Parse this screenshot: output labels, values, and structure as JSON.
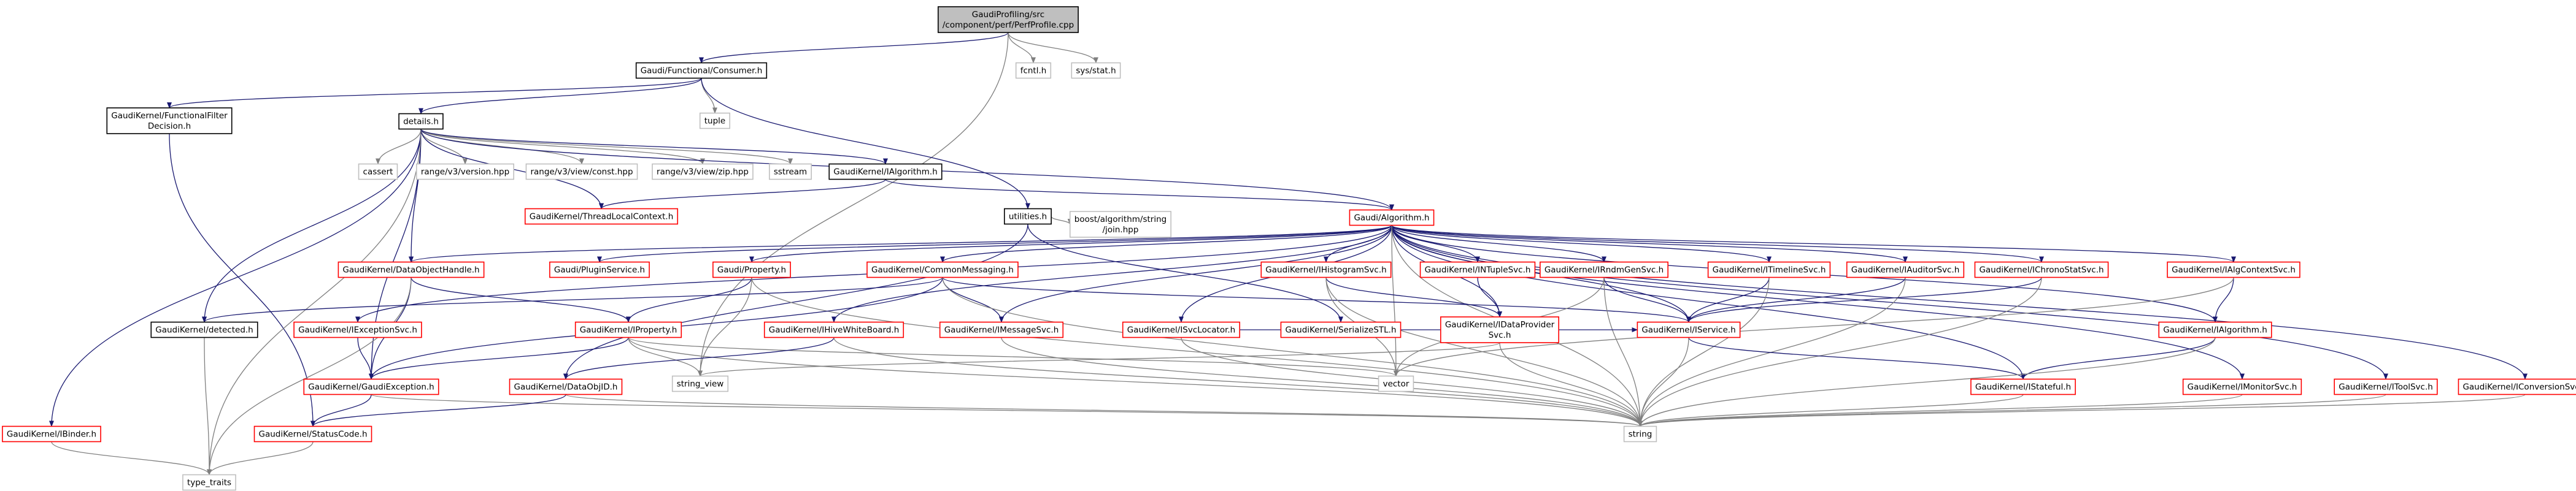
{
  "colors": {
    "edge": "#191970",
    "focus_fill": "#bfbfbf",
    "focus_border": "#000000",
    "documented_border": "#000000",
    "red_border": "#ff0000",
    "gray_border": "#bfbfbf",
    "background": "#ffffff"
  },
  "nodes": [
    {
      "id": "root",
      "lines": [
        "GaudiProfiling/src",
        "/component/perf/PerfProfile.cpp"
      ],
      "style": "focus"
    },
    {
      "id": "consumer",
      "lines": [
        "Gaudi/Functional/Consumer.h"
      ],
      "style": "black"
    },
    {
      "id": "fcntl",
      "lines": [
        "fcntl.h"
      ],
      "style": "gray"
    },
    {
      "id": "sysstat",
      "lines": [
        "sys/stat.h"
      ],
      "style": "gray"
    },
    {
      "id": "ffd",
      "lines": [
        "GaudiKernel/FunctionalFilter",
        "Decision.h"
      ],
      "style": "black"
    },
    {
      "id": "details",
      "lines": [
        "details.h"
      ],
      "style": "black"
    },
    {
      "id": "tuple",
      "lines": [
        "tuple"
      ],
      "style": "gray"
    },
    {
      "id": "cassert",
      "lines": [
        "cassert"
      ],
      "style": "gray"
    },
    {
      "id": "rv3version",
      "lines": [
        "range/v3/version.hpp"
      ],
      "style": "gray"
    },
    {
      "id": "rv3const",
      "lines": [
        "range/v3/view/const.hpp"
      ],
      "style": "gray"
    },
    {
      "id": "rv3zip",
      "lines": [
        "range/v3/view/zip.hpp"
      ],
      "style": "gray"
    },
    {
      "id": "sstream",
      "lines": [
        "sstream"
      ],
      "style": "gray"
    },
    {
      "id": "ialgorithm_gk",
      "lines": [
        "GaudiKernel/IAlgorithm.h"
      ],
      "style": "black"
    },
    {
      "id": "threadlocal",
      "lines": [
        "GaudiKernel/ThreadLocalContext.h"
      ],
      "style": "red"
    },
    {
      "id": "utilities",
      "lines": [
        "utilities.h"
      ],
      "style": "black"
    },
    {
      "id": "boostjoin",
      "lines": [
        "boost/algorithm/string",
        "/join.hpp"
      ],
      "style": "gray"
    },
    {
      "id": "gaudialgorithm",
      "lines": [
        "Gaudi/Algorithm.h"
      ],
      "style": "red"
    },
    {
      "id": "dataobjecthandle",
      "lines": [
        "GaudiKernel/DataObjectHandle.h"
      ],
      "style": "red"
    },
    {
      "id": "ipluginservice",
      "lines": [
        "Gaudi/PluginService.h"
      ],
      "style": "red"
    },
    {
      "id": "gaudiproperty",
      "lines": [
        "Gaudi/Property.h"
      ],
      "style": "red"
    },
    {
      "id": "commonmessaging",
      "lines": [
        "GaudiKernel/CommonMessaging.h"
      ],
      "style": "red"
    },
    {
      "id": "ihistogramsvc",
      "lines": [
        "GaudiKernel/IHistogramSvc.h"
      ],
      "style": "red"
    },
    {
      "id": "intuplesvc",
      "lines": [
        "GaudiKernel/INTupleSvc.h"
      ],
      "style": "red"
    },
    {
      "id": "irndmgensvc",
      "lines": [
        "GaudiKernel/IRndmGenSvc.h"
      ],
      "style": "red"
    },
    {
      "id": "itimelinesvc",
      "lines": [
        "GaudiKernel/ITimelineSvc.h"
      ],
      "style": "red"
    },
    {
      "id": "iauditorsvc",
      "lines": [
        "GaudiKernel/IAuditorSvc.h"
      ],
      "style": "red"
    },
    {
      "id": "ichronostatsvc",
      "lines": [
        "GaudiKernel/IChronoStatSvc.h"
      ],
      "style": "red"
    },
    {
      "id": "ialgcontextsvc",
      "lines": [
        "GaudiKernel/IAlgContextSvc.h"
      ],
      "style": "red"
    },
    {
      "id": "detected",
      "lines": [
        "GaudiKernel/detected.h"
      ],
      "style": "black"
    },
    {
      "id": "iexceptionsvc",
      "lines": [
        "GaudiKernel/IExceptionSvc.h"
      ],
      "style": "red"
    },
    {
      "id": "iproperty",
      "lines": [
        "GaudiKernel/IProperty.h"
      ],
      "style": "red"
    },
    {
      "id": "ihivewhiteboard",
      "lines": [
        "GaudiKernel/IHiveWhiteBoard.h"
      ],
      "style": "red"
    },
    {
      "id": "imessagesvc",
      "lines": [
        "GaudiKernel/IMessageSvc.h"
      ],
      "style": "red"
    },
    {
      "id": "isvclocator",
      "lines": [
        "GaudiKernel/ISvcLocator.h"
      ],
      "style": "red"
    },
    {
      "id": "serializestl",
      "lines": [
        "GaudiKernel/SerializeSTL.h"
      ],
      "style": "red"
    },
    {
      "id": "idataprovidersvc",
      "lines": [
        "GaudiKernel/IDataProvider",
        "Svc.h"
      ],
      "style": "red"
    },
    {
      "id": "iservice",
      "lines": [
        "GaudiKernel/IService.h"
      ],
      "style": "red"
    },
    {
      "id": "ialgorithm_red",
      "lines": [
        "GaudiKernel/IAlgorithm.h"
      ],
      "style": "red"
    },
    {
      "id": "gaudiexception",
      "lines": [
        "GaudiKernel/GaudiException.h"
      ],
      "style": "red"
    },
    {
      "id": "string_view",
      "lines": [
        "string_view"
      ],
      "style": "gray"
    },
    {
      "id": "dataobjid",
      "lines": [
        "GaudiKernel/DataObjID.h"
      ],
      "style": "red"
    },
    {
      "id": "vector",
      "lines": [
        "vector"
      ],
      "style": "gray"
    },
    {
      "id": "istateful",
      "lines": [
        "GaudiKernel/IStateful.h"
      ],
      "style": "red"
    },
    {
      "id": "imonitorsvc",
      "lines": [
        "GaudiKernel/IMonitorSvc.h"
      ],
      "style": "red"
    },
    {
      "id": "itoolsvc",
      "lines": [
        "GaudiKernel/IToolSvc.h"
      ],
      "style": "red"
    },
    {
      "id": "iconversionsvc",
      "lines": [
        "GaudiKernel/IConversionSvc.h"
      ],
      "style": "red"
    },
    {
      "id": "ibinder",
      "lines": [
        "GaudiKernel/IBinder.h"
      ],
      "style": "red"
    },
    {
      "id": "statuscode",
      "lines": [
        "GaudiKernel/StatusCode.h"
      ],
      "style": "red"
    },
    {
      "id": "string",
      "lines": [
        "string"
      ],
      "style": "gray"
    },
    {
      "id": "type_traits",
      "lines": [
        "type_traits"
      ],
      "style": "gray"
    }
  ],
  "edges": [
    [
      "root",
      "consumer"
    ],
    [
      "root",
      "fcntl"
    ],
    [
      "root",
      "sysstat"
    ],
    [
      "root",
      "string_view"
    ],
    [
      "consumer",
      "ffd"
    ],
    [
      "consumer",
      "details"
    ],
    [
      "consumer",
      "tuple"
    ],
    [
      "consumer",
      "utilities"
    ],
    [
      "ffd",
      "statuscode"
    ],
    [
      "details",
      "cassert"
    ],
    [
      "details",
      "rv3version"
    ],
    [
      "details",
      "rv3const"
    ],
    [
      "details",
      "rv3zip"
    ],
    [
      "details",
      "sstream"
    ],
    [
      "details",
      "ialgorithm_gk"
    ],
    [
      "details",
      "threadlocal"
    ],
    [
      "details",
      "gaudialgorithm"
    ],
    [
      "details",
      "dataobjecthandle"
    ],
    [
      "details",
      "detected"
    ],
    [
      "details",
      "gaudiexception"
    ],
    [
      "details",
      "ibinder"
    ],
    [
      "details",
      "type_traits"
    ],
    [
      "ialgorithm_gk",
      "threadlocal"
    ],
    [
      "ialgorithm_gk",
      "gaudialgorithm"
    ],
    [
      "utilities",
      "boostjoin"
    ],
    [
      "utilities",
      "dataobjid"
    ],
    [
      "utilities",
      "serializestl"
    ],
    [
      "gaudialgorithm",
      "dataobjecthandle"
    ],
    [
      "gaudialgorithm",
      "ipluginservice"
    ],
    [
      "gaudialgorithm",
      "gaudiproperty"
    ],
    [
      "gaudialgorithm",
      "commonmessaging"
    ],
    [
      "gaudialgorithm",
      "ihistogramsvc"
    ],
    [
      "gaudialgorithm",
      "intuplesvc"
    ],
    [
      "gaudialgorithm",
      "irndmgensvc"
    ],
    [
      "gaudialgorithm",
      "itimelinesvc"
    ],
    [
      "gaudialgorithm",
      "iauditorsvc"
    ],
    [
      "gaudialgorithm",
      "ichronostatsvc"
    ],
    [
      "gaudialgorithm",
      "ialgcontextsvc"
    ],
    [
      "gaudialgorithm",
      "iexceptionsvc"
    ],
    [
      "gaudialgorithm",
      "ihivewhiteboard"
    ],
    [
      "gaudialgorithm",
      "imessagesvc"
    ],
    [
      "gaudialgorithm",
      "isvclocator"
    ],
    [
      "gaudialgorithm",
      "iservice"
    ],
    [
      "gaudialgorithm",
      "ialgorithm_red"
    ],
    [
      "gaudialgorithm",
      "istateful"
    ],
    [
      "gaudialgorithm",
      "imonitorsvc"
    ],
    [
      "gaudialgorithm",
      "itoolsvc"
    ],
    [
      "gaudialgorithm",
      "iconversionsvc"
    ],
    [
      "gaudialgorithm",
      "idataprovidersvc"
    ],
    [
      "gaudialgorithm",
      "string"
    ],
    [
      "gaudialgorithm",
      "vector"
    ],
    [
      "dataobjecthandle",
      "iproperty"
    ],
    [
      "dataobjecthandle",
      "gaudiexception"
    ],
    [
      "dataobjecthandle",
      "type_traits"
    ],
    [
      "gaudiproperty",
      "iproperty"
    ],
    [
      "gaudiproperty",
      "string_view"
    ],
    [
      "gaudiproperty",
      "string"
    ],
    [
      "commonmessaging",
      "detected"
    ],
    [
      "commonmessaging",
      "imessagesvc"
    ],
    [
      "commonmessaging",
      "iservice"
    ],
    [
      "commonmessaging",
      "gaudiexception"
    ],
    [
      "commonmessaging",
      "string"
    ],
    [
      "ihistogramsvc",
      "idataprovidersvc"
    ],
    [
      "ihistogramsvc",
      "string"
    ],
    [
      "ihistogramsvc",
      "vector"
    ],
    [
      "intuplesvc",
      "idataprovidersvc"
    ],
    [
      "irndmgensvc",
      "iservice"
    ],
    [
      "irndmgensvc",
      "string"
    ],
    [
      "irndmgensvc",
      "vector"
    ],
    [
      "itimelinesvc",
      "iservice"
    ],
    [
      "itimelinesvc",
      "string"
    ],
    [
      "iauditorsvc",
      "iservice"
    ],
    [
      "iauditorsvc",
      "string"
    ],
    [
      "ichronostatsvc",
      "iservice"
    ],
    [
      "ichronostatsvc",
      "string"
    ],
    [
      "ialgcontextsvc",
      "ialgorithm_red"
    ],
    [
      "ialgcontextsvc",
      "vector"
    ],
    [
      "iexceptionsvc",
      "gaudiexception"
    ],
    [
      "iproperty",
      "gaudiexception"
    ],
    [
      "iproperty",
      "string_view"
    ],
    [
      "iproperty",
      "vector"
    ],
    [
      "iproperty",
      "string"
    ],
    [
      "ihivewhiteboard",
      "dataobjid"
    ],
    [
      "ihivewhiteboard",
      "string"
    ],
    [
      "imessagesvc",
      "string"
    ],
    [
      "isvclocator",
      "iservice"
    ],
    [
      "isvclocator",
      "string"
    ],
    [
      "idataprovidersvc",
      "string_view"
    ],
    [
      "idataprovidersvc",
      "string"
    ],
    [
      "iservice",
      "istateful"
    ],
    [
      "iservice",
      "string"
    ],
    [
      "ialgorithm_red",
      "istateful"
    ],
    [
      "ialgorithm_red",
      "string"
    ],
    [
      "gaudiexception",
      "statuscode"
    ],
    [
      "gaudiexception",
      "string"
    ],
    [
      "dataobjid",
      "statuscode"
    ],
    [
      "dataobjid",
      "string"
    ],
    [
      "istateful",
      "string"
    ],
    [
      "imonitorsvc",
      "string"
    ],
    [
      "itoolsvc",
      "string"
    ],
    [
      "iconversionsvc",
      "string"
    ],
    [
      "ibinder",
      "type_traits"
    ],
    [
      "statuscode",
      "type_traits"
    ],
    [
      "detected",
      "type_traits"
    ]
  ]
}
